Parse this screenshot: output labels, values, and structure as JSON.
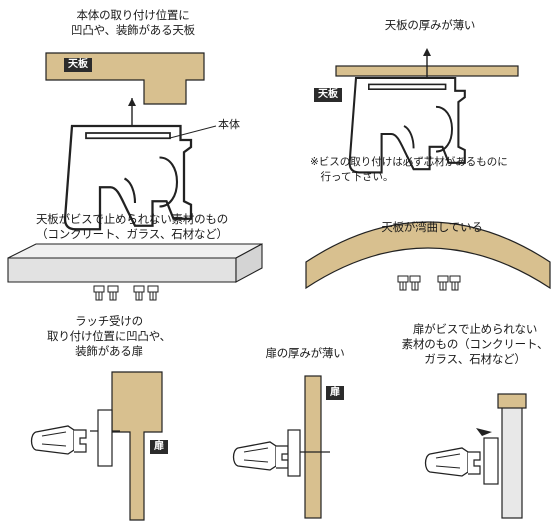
{
  "panels": {
    "p1": {
      "caption": "本体の取り付け位置に\n凹凸や、装飾がある天板",
      "tag": "天板",
      "callout": "本体"
    },
    "p2": {
      "caption": "天板の厚みが薄い",
      "tag": "天板",
      "note": "※ビスの取り付けは必ず芯材があるものに\n　行って下さい。"
    },
    "p3": {
      "caption": "天板がビスで止められない素材のもの\n（コンクリート、ガラス、石材など）"
    },
    "p4": {
      "caption": "天板が湾曲している"
    },
    "p5": {
      "caption": "ラッチ受けの\n取り付け位置に凹凸や、\n装飾がある扉",
      "tag": "扉"
    },
    "p6": {
      "caption": "扉の厚みが薄い",
      "tag": "扉"
    },
    "p7": {
      "caption": "扉がビスで止められない\n素材のもの（コンクリート、\nガラス、石材など）"
    }
  },
  "colors": {
    "wood": "#d8c08f",
    "slab": "#e6e6e6",
    "line": "#222222",
    "tag_bg": "#2b2b2b"
  }
}
